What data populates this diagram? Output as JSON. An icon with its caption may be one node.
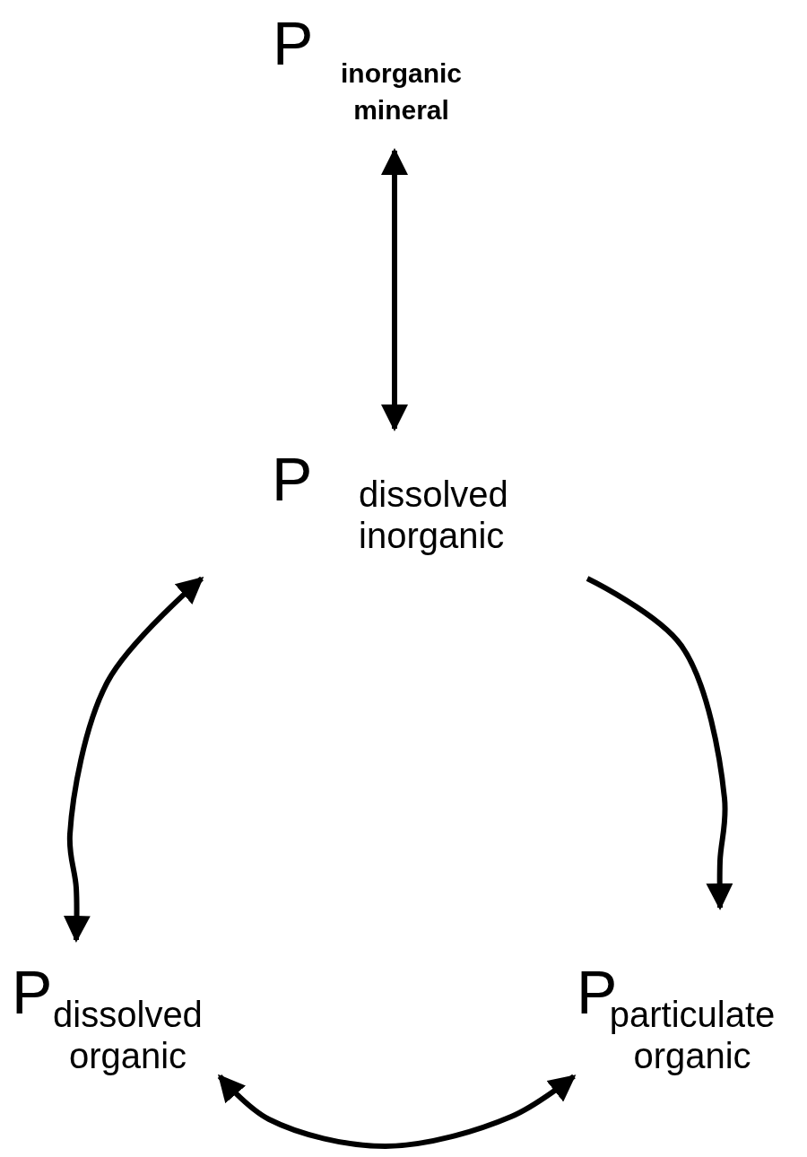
{
  "diagram": {
    "nodes": [
      {
        "text": [
          "P",
          "inorganic mineral"
        ]
      },
      {
        "text": [
          "P",
          "dissolved inorganic"
        ]
      },
      {
        "text": [
          "P",
          "dissolved organic"
        ]
      },
      {
        "text": [
          "P",
          "particulate organic"
        ]
      }
    ],
    "edges": [
      {
        "from": 0,
        "to": 1,
        "arrow": "both"
      },
      {
        "from": 1,
        "to": 3,
        "arrow": "to"
      },
      {
        "from": 1,
        "to": 2,
        "arrow": "both"
      },
      {
        "from": 2,
        "to": 3,
        "arrow": "both"
      }
    ]
  }
}
